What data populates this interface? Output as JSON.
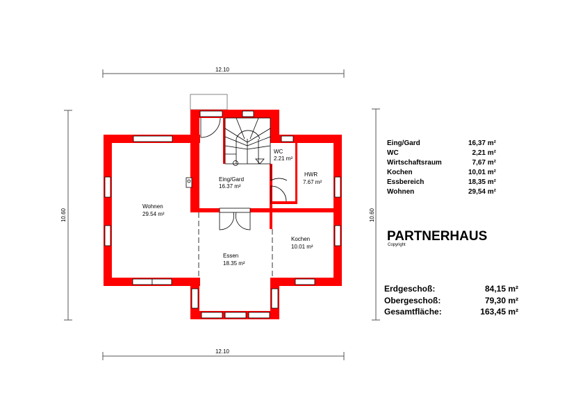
{
  "dimensions": {
    "top": "12.10",
    "bottom": "12.10",
    "left": "10.60",
    "right": "10.60"
  },
  "rooms": [
    {
      "name": "Eing/Gard",
      "area": "16.37 m²"
    },
    {
      "name": "WC",
      "area": "2.21 m²"
    },
    {
      "name": "HWR",
      "area": "7.67 m²"
    },
    {
      "name": "Wohnen",
      "area": "29.54 m²"
    },
    {
      "name": "Kochen",
      "area": "10.01 m²"
    },
    {
      "name": "Essen",
      "area": "18.35 m²"
    }
  ],
  "area_table": [
    {
      "name": "Eing/Gard",
      "area": "16,37 m²"
    },
    {
      "name": "WC",
      "area": "2,21 m²"
    },
    {
      "name": "Wirtschaftsraum",
      "area": "7,67 m²"
    },
    {
      "name": "Kochen",
      "area": "10,01 m²"
    },
    {
      "name": "Essbereich",
      "area": "18,35 m²"
    },
    {
      "name": "Wohnen",
      "area": "29,54 m²"
    }
  ],
  "title": "PARTNERHAUS",
  "copyright": "Copyright",
  "totals": [
    {
      "name": "Erdgeschoß:",
      "area": "84,15 m²"
    },
    {
      "name": "Obergeschoß:",
      "area": "79,30 m²"
    },
    {
      "name": "Gesamtfläche:",
      "area": "163,45 m²"
    }
  ],
  "colors": {
    "wall": "#ff0000"
  }
}
